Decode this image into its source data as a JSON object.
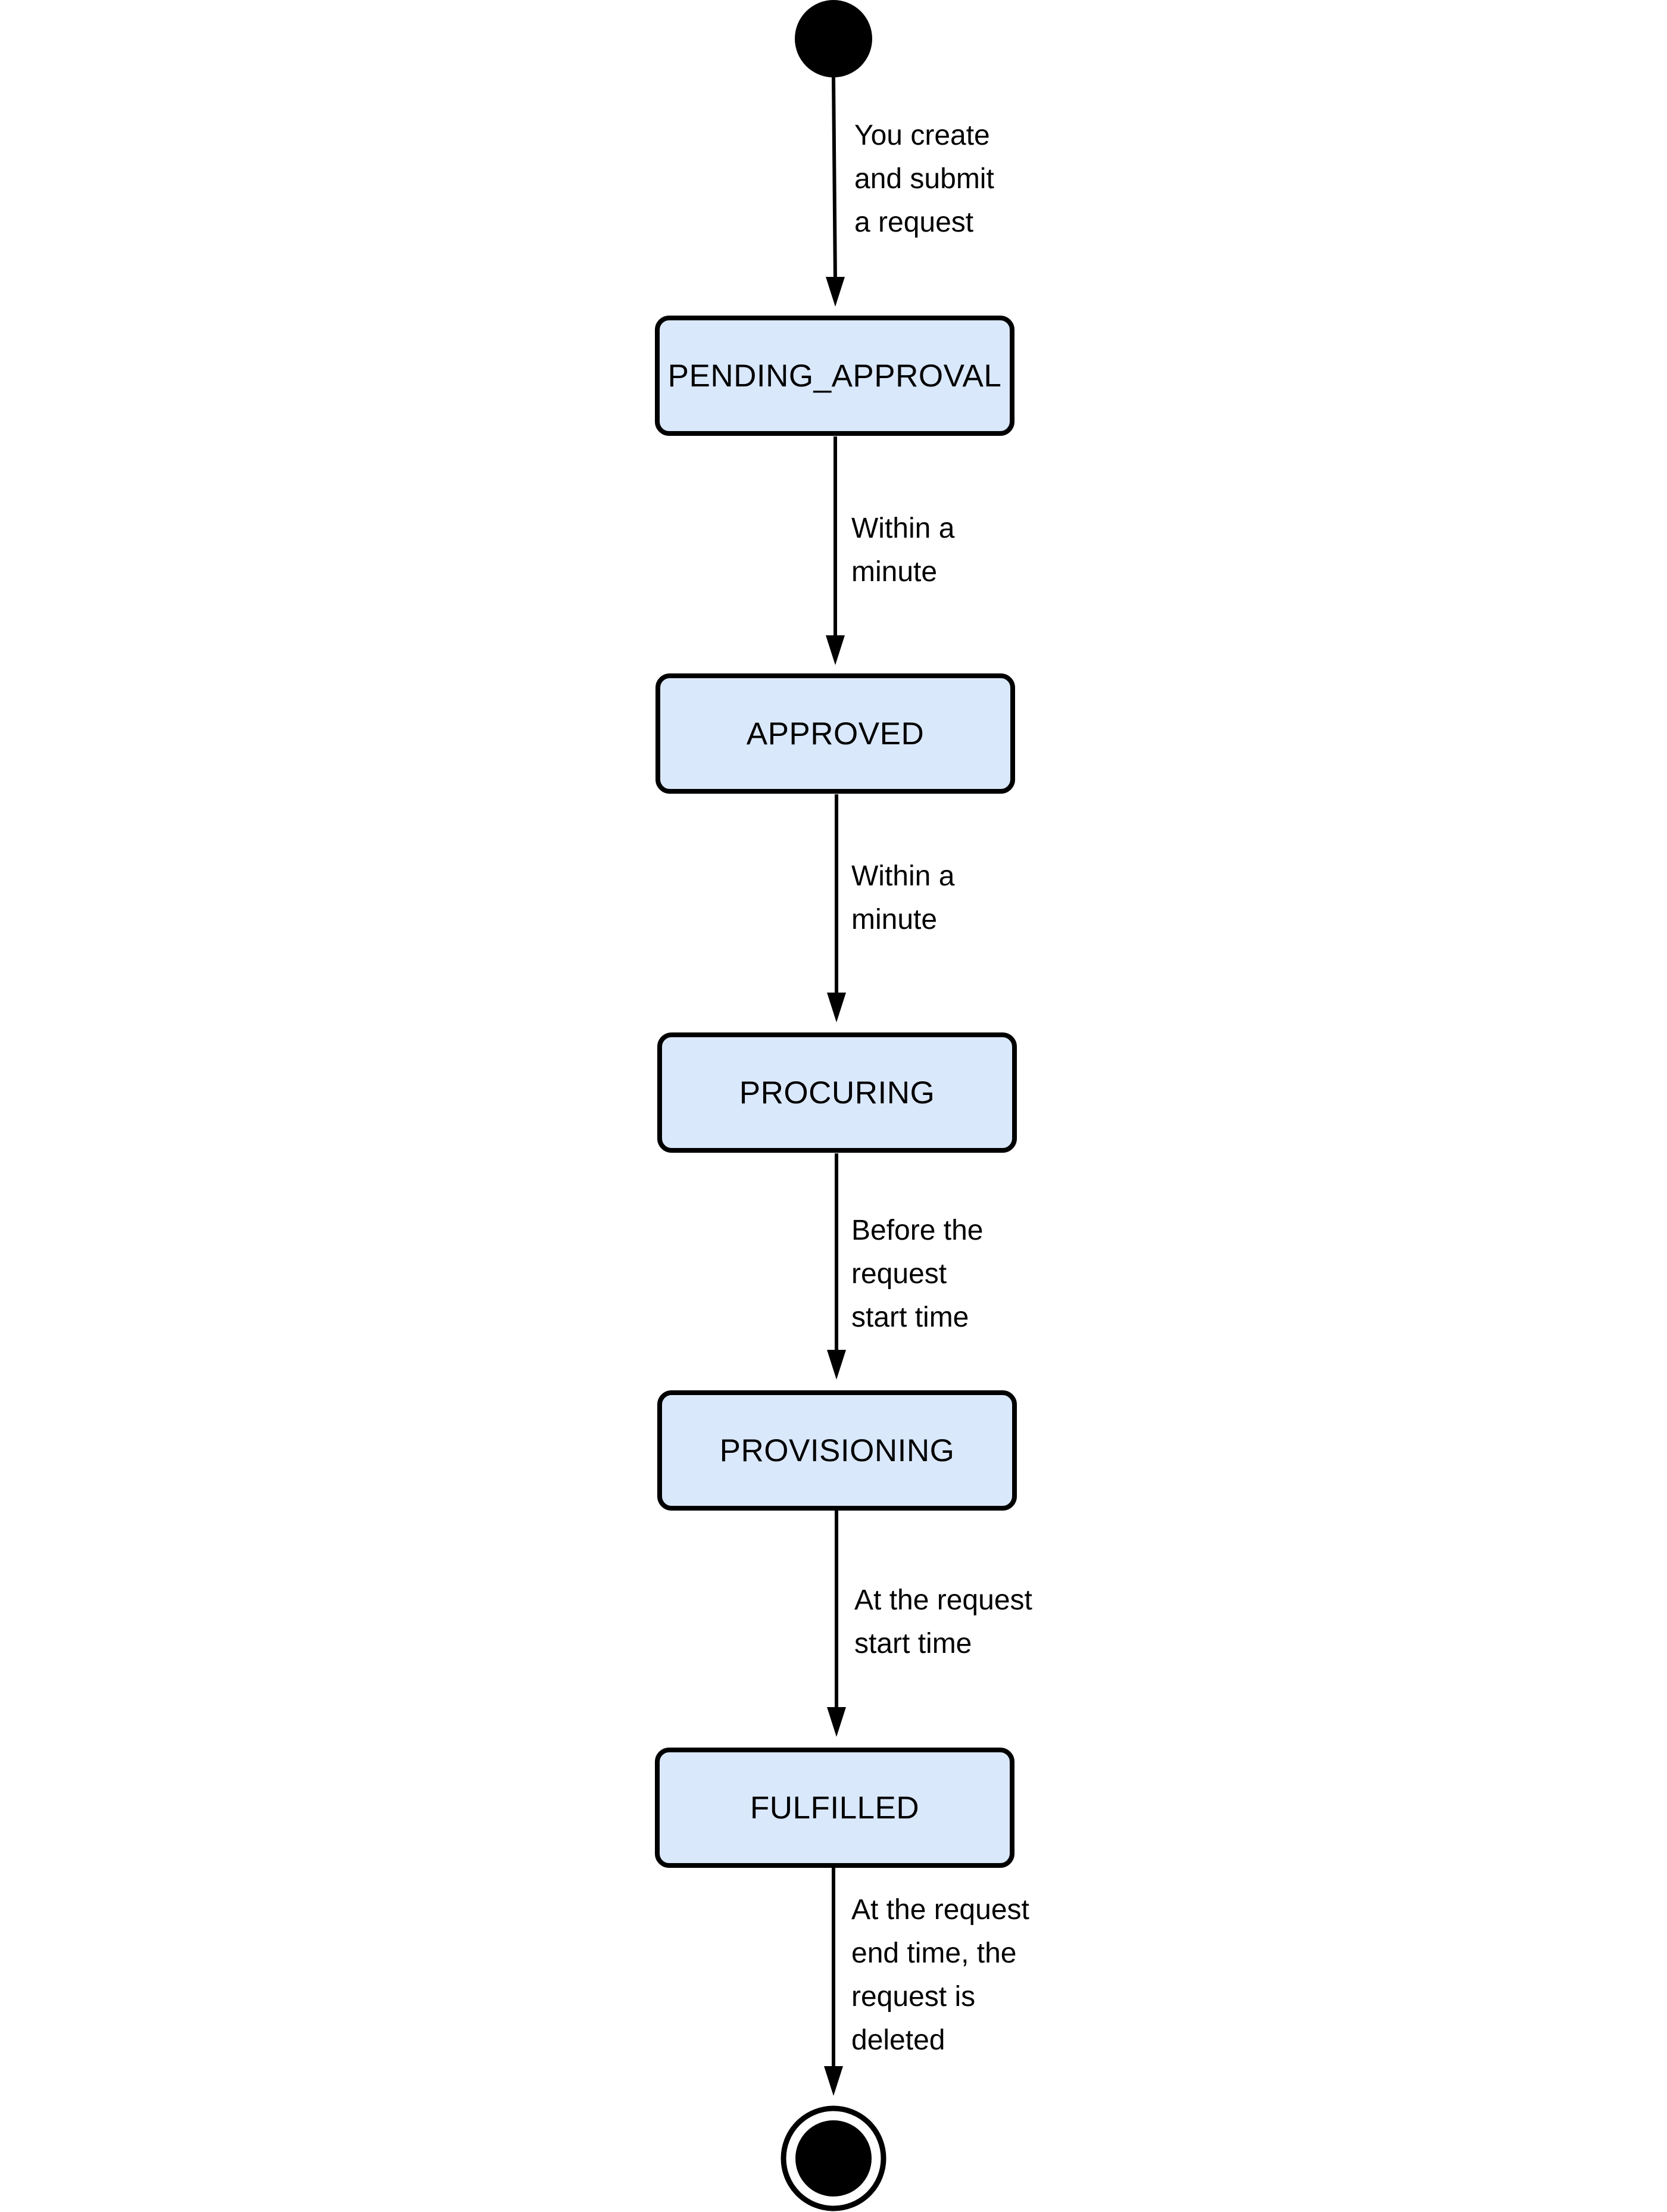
{
  "colors": {
    "state_fill": "#dae8fc",
    "stroke": "#000000",
    "background": "#ffffff"
  },
  "diagram": {
    "type": "state-machine",
    "start_node": "initial-state",
    "end_node": "final-state",
    "states": [
      {
        "id": "pending_approval",
        "label": "PENDING_APPROVAL"
      },
      {
        "id": "approved",
        "label": "APPROVED"
      },
      {
        "id": "procuring",
        "label": "PROCURING"
      },
      {
        "id": "provisioning",
        "label": "PROVISIONING"
      },
      {
        "id": "fulfilled",
        "label": "FULFILLED"
      }
    ],
    "transitions": [
      {
        "from": "start",
        "to": "pending_approval",
        "lines": [
          "You create",
          "and submit",
          "a request"
        ]
      },
      {
        "from": "pending_approval",
        "to": "approved",
        "lines": [
          "Within a",
          "minute"
        ]
      },
      {
        "from": "approved",
        "to": "procuring",
        "lines": [
          "Within a",
          "minute"
        ]
      },
      {
        "from": "procuring",
        "to": "provisioning",
        "lines": [
          "Before the",
          "request",
          "start time"
        ]
      },
      {
        "from": "provisioning",
        "to": "fulfilled",
        "lines": [
          "At the request",
          "start time"
        ]
      },
      {
        "from": "fulfilled",
        "to": "end",
        "lines": [
          "At the request",
          "end time, the",
          "request is",
          "deleted"
        ]
      }
    ]
  }
}
